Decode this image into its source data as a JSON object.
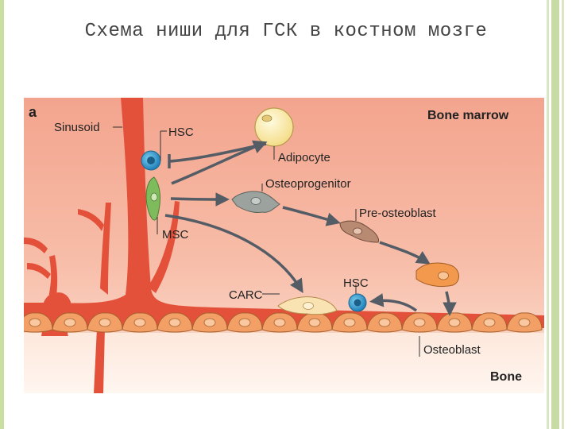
{
  "slide": {
    "title": "Схема ниши для ГСК в костном мозге"
  },
  "figure": {
    "panel_letter": "a",
    "region_labels": {
      "bone_marrow": "Bone marrow",
      "bone": "Bone"
    },
    "labels": {
      "sinusoid": "Sinusoid",
      "hsc_top": "HSC",
      "msc": "MSC",
      "adipocyte": "Adipocyte",
      "osteoprogenitor": "Osteoprogenitor",
      "pre_osteoblast": "Pre-osteoblast",
      "carc": "CARC",
      "hsc_bottom": "HSC",
      "osteoblast": "Osteoblast"
    },
    "colors": {
      "background_gradient": [
        "#f3a48e",
        "#fde3d7"
      ],
      "vessel": "#e4513b",
      "bone_cell": "#f2a066",
      "hsc": "#2e8fc6",
      "msc": "#7ebb5c",
      "arrow": "#545c66"
    }
  }
}
